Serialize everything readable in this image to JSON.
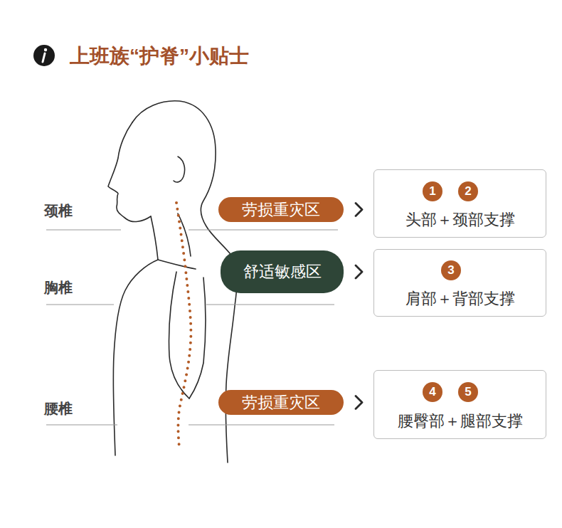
{
  "diagram": {
    "title": "上班族“护脊”小贴士",
    "nodes": [
      {
        "text": [
          "劳损重灾区"
        ]
      },
      {
        "text": [
          "头部＋颈部支撑"
        ]
      },
      {
        "text": [
          "1"
        ],
        "in": 1
      },
      {
        "text": [
          "2"
        ],
        "in": 1
      },
      {
        "text": [
          "舒适敏感区"
        ]
      },
      {
        "text": [
          "肩部＋背部支撑"
        ]
      },
      {
        "text": [
          "3"
        ],
        "in": 5
      },
      {
        "text": [
          "劳损重灾区"
        ]
      },
      {
        "text": [
          "腰臀部＋腿部支撑"
        ]
      },
      {
        "text": [
          "4"
        ],
        "in": 8
      },
      {
        "text": [
          "5"
        ],
        "in": 8
      }
    ],
    "edges": [
      {
        "from": 0,
        "to": 1,
        "arrow": "to"
      },
      {
        "from": 4,
        "to": 5,
        "arrow": "to"
      },
      {
        "from": 7,
        "to": 8,
        "arrow": "to"
      }
    ],
    "labels": [
      "颈椎",
      "胸椎",
      "腰椎"
    ]
  }
}
